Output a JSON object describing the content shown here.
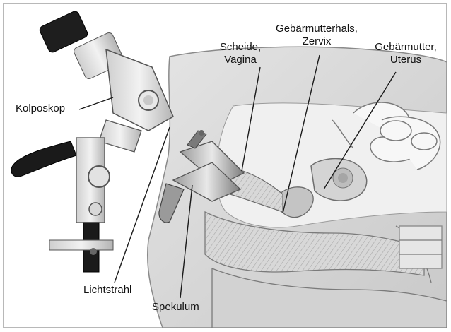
{
  "labels": {
    "kolposkop": "Kolposkop",
    "scheide_line1": "Scheide,",
    "scheide_line2": "Vagina",
    "zervix_line1": "Gebärmutterhals,",
    "zervix_line2": "Zervix",
    "uterus_line1": "Gebärmutter,",
    "uterus_line2": "Uterus",
    "lichtstrahl": "Lichtstrahl",
    "spekulum": "Spekulum"
  }
}
